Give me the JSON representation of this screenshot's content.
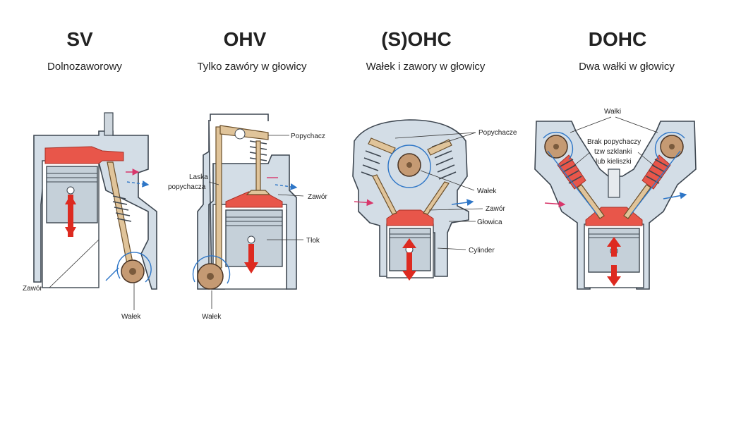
{
  "columns": [
    {
      "title": "SV",
      "subtitle": "Dolnozaworowy"
    },
    {
      "title": "OHV",
      "subtitle": "Tylko zawóry w głowicy"
    },
    {
      "title": "(S)OHC",
      "subtitle": "Wałek i zawory w głowicy"
    },
    {
      "title": "DOHC",
      "subtitle": "Dwa wałki w głowicy"
    }
  ],
  "labels": {
    "sv": {
      "valve": "Zawór",
      "cam": "Wałek"
    },
    "ohv": {
      "pushrod_tappet": "Popychacz",
      "rod_line1": "Laska",
      "rod_line2": "popychacza",
      "valve": "Zawór",
      "piston": "Tłok",
      "cam": "Wałek"
    },
    "sohc": {
      "tappets": "Popychacze",
      "cam": "Wałek",
      "valve": "Zawór",
      "head": "Głowica",
      "cylinder": "Cylinder"
    },
    "dohc": {
      "cams": "Wałki",
      "note_line1": "Brak popychaczy",
      "note_line2": "tzw szklanki",
      "note_line3": "lub kieliszki"
    }
  },
  "colors": {
    "block": "#d3dde6",
    "outline": "#3d4650",
    "combustion": "#e8564a",
    "arrow_red": "#dd2a20",
    "intake": "#d8376b",
    "exhaust": "#2e76c7",
    "cam": "#c59a73"
  }
}
